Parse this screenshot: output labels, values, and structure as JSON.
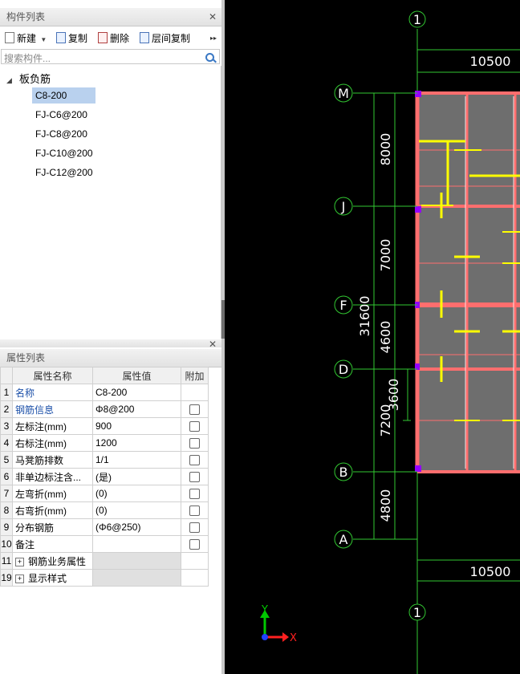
{
  "component_panel": {
    "title": "构件列表",
    "toolbar": {
      "new_label": "新建",
      "copy_label": "复制",
      "delete_label": "删除",
      "floor_copy_label": "层间复制",
      "more_glyph": "▸▸"
    },
    "search_placeholder": "搜索构件...",
    "tree": {
      "root_label": "板负筋",
      "items": [
        "C8-200",
        "FJ-C6@200",
        "FJ-C8@200",
        "FJ-C10@200",
        "FJ-C12@200"
      ],
      "selected": "C8-200"
    }
  },
  "property_panel": {
    "title": "属性列表",
    "columns": [
      "属性名称",
      "属性值",
      "附加"
    ],
    "rows": [
      {
        "no": "1",
        "name": "名称",
        "value": "C8-200"
      },
      {
        "no": "2",
        "name": "钢筋信息",
        "value": "Φ8@200"
      },
      {
        "no": "3",
        "name": "左标注(mm)",
        "value": "900"
      },
      {
        "no": "4",
        "name": "右标注(mm)",
        "value": "1200"
      },
      {
        "no": "5",
        "name": "马凳筋排数",
        "value": "1/1"
      },
      {
        "no": "6",
        "name": "非单边标注含...",
        "value": "(是)"
      },
      {
        "no": "7",
        "name": "左弯折(mm)",
        "value": "(0)"
      },
      {
        "no": "8",
        "name": "右弯折(mm)",
        "value": "(0)"
      },
      {
        "no": "9",
        "name": "分布钢筋",
        "value": "(Φ6@250)"
      },
      {
        "no": "10",
        "name": "备注",
        "value": ""
      },
      {
        "no": "11",
        "name": "钢筋业务属性",
        "value": ""
      },
      {
        "no": "19",
        "name": "显示样式",
        "value": ""
      }
    ]
  },
  "drawing": {
    "axis_top": "1",
    "axis_bottom": "1",
    "top_dimension": "10500",
    "bottom_dimension": "10500",
    "row_axes": [
      "M",
      "J",
      "F",
      "D",
      "B",
      "A"
    ],
    "spans": [
      "8000",
      "7000",
      "4600",
      "7200",
      "4800"
    ],
    "total_span": "31600",
    "inner_span": "3600",
    "ucs": {
      "x": "X",
      "y": "Y"
    },
    "colors": {
      "slab": "#6e6e6e",
      "beam": "#ff6e6e",
      "rebar": "#ffff00",
      "axis": "#32c832",
      "marker": "#9400ff"
    }
  }
}
